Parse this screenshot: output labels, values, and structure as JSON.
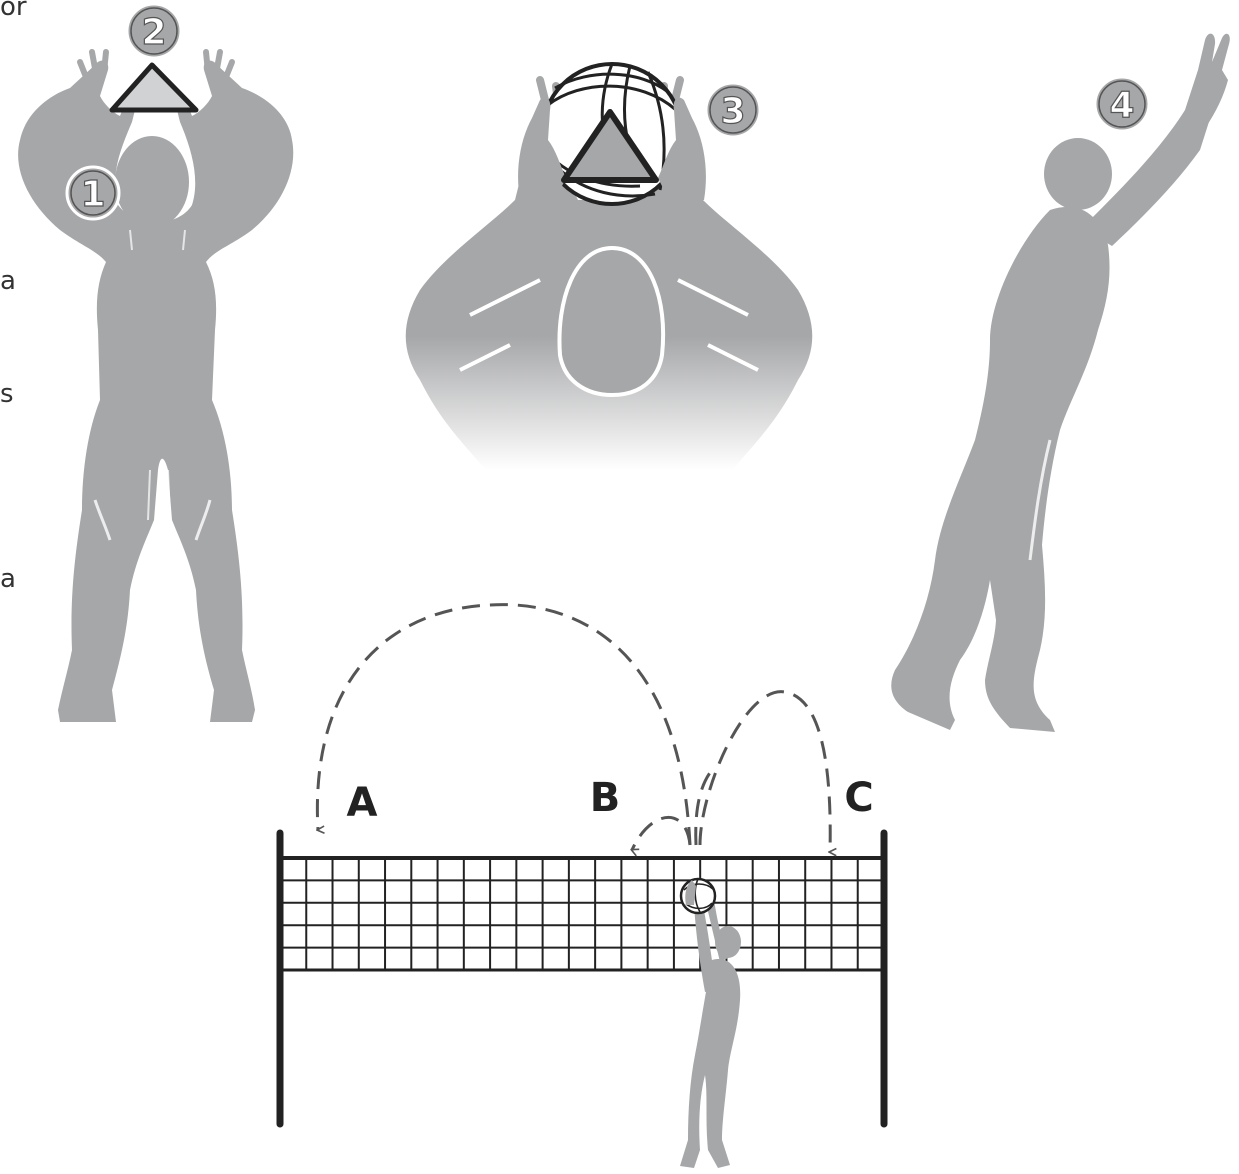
{
  "colors": {
    "silhouette": "#a6a7a9",
    "outline": "#222222",
    "triangle_fill": "#d1d2d3",
    "badge_fill": "#a6a7a9",
    "badge_text": "#ffffff",
    "net": "#222222",
    "path": "#555555",
    "label": "#222222"
  },
  "left_edge_text": [
    "or",
    "a",
    "s",
    "a"
  ],
  "steps": [
    "1",
    "2",
    "3",
    "4"
  ],
  "net_labels": {
    "a": "A",
    "b": "B",
    "c": "C"
  },
  "icons": {
    "figure_hands_above_head": "player-silhouette-hands-up-icon",
    "figure_close_up": "hands-holding-ball-icon",
    "figure_jump_extend": "player-jump-extension-icon",
    "figure_setter_at_net": "setter-at-net-icon",
    "ball": "volleyball-icon",
    "hand_triangle": "triangle-icon",
    "net": "volleyball-net-icon",
    "arc_arrows": "dashed-arc-arrow-icon"
  }
}
